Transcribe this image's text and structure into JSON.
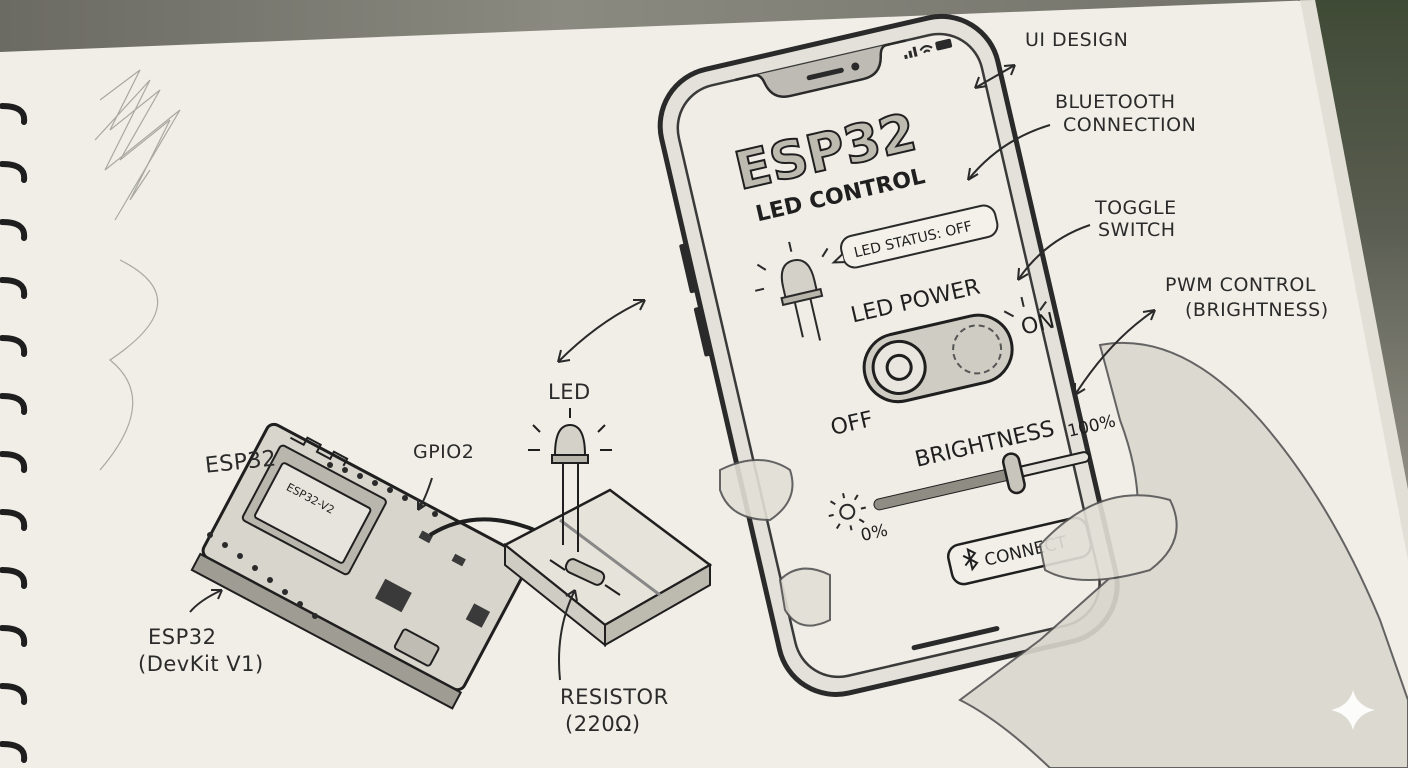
{
  "annotations": {
    "ui_design": "UI DESIGN",
    "bluetooth_line1": "BLUETOOTH",
    "bluetooth_line2": "CONNECTION",
    "toggle_line1": "TOGGLE",
    "toggle_line2": "SWITCH",
    "pwm_line1": "PWM CONTROL",
    "pwm_line2": "(BRIGHTNESS)",
    "led_label": "LED",
    "gpio_label": "GPIO2",
    "esp32_label": "ESP32",
    "devkit_line1": "ESP32",
    "devkit_line2": "(DevKit V1)",
    "resistor_line1": "RESISTOR",
    "resistor_line2": "(220Ω)",
    "chip_label": "ESP32-V2"
  },
  "app": {
    "title_line1": "ESP32",
    "title_line2": "LED CONTROL",
    "status_text": "LED STATUS: OFF",
    "power_label": "LED POWER",
    "toggle_on": "ON",
    "toggle_off": "OFF",
    "brightness_label": "BRIGHTNESS",
    "brightness_max": "100%",
    "brightness_min": "0%",
    "brightness_value": 0.65,
    "connect_label": "CONNECT"
  },
  "icons": [
    "led-bulb-icon",
    "sun-icon",
    "bluetooth-icon",
    "wifi-icon",
    "battery-icon",
    "signal-icon",
    "sparkle-icon"
  ]
}
